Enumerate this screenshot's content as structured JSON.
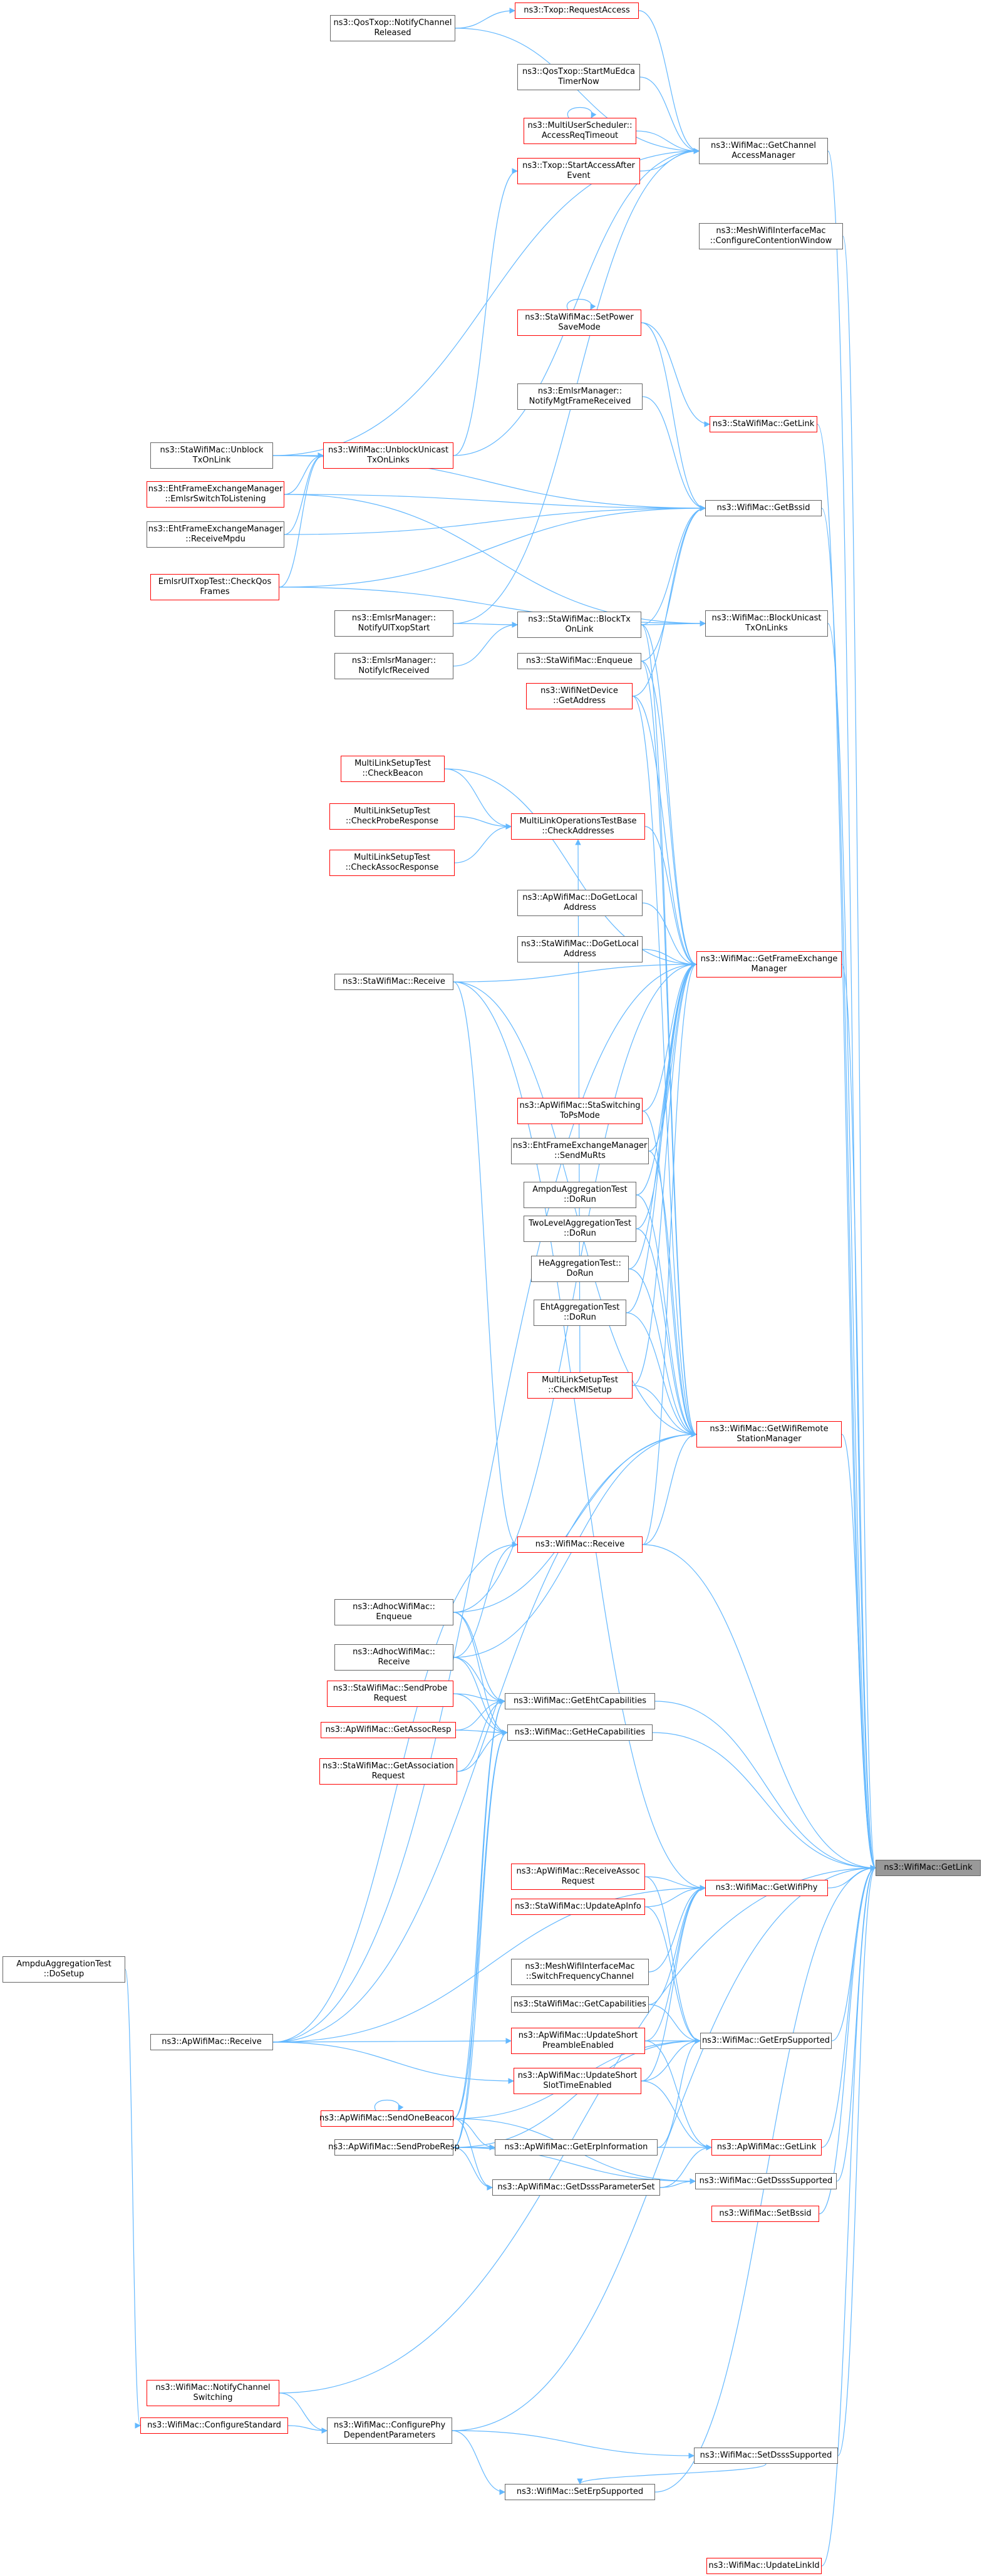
{
  "colors": {
    "edge": "#63b8ff",
    "border": "#666666",
    "red_border": "#ff0000",
    "focus_fill": "#999999"
  },
  "nodes": [
    {
      "id": "qos_request",
      "lines": [
        "ns3::Txop::RequestAccess"
      ],
      "red": true
    },
    {
      "id": "qos_notify",
      "lines": [
        "ns3::QosTxop::NotifyChannel",
        "Released"
      ]
    },
    {
      "id": "qos_start",
      "lines": [
        "ns3::QosTxop::StartMuEdca",
        "TimerNow"
      ]
    },
    {
      "id": "multiuser",
      "lines": [
        "ns3::MultiUserScheduler::",
        "AccessReqTimeout"
      ],
      "red": true
    },
    {
      "id": "txop_start",
      "lines": [
        "ns3::Txop::StartAccessAfter",
        "Event"
      ],
      "red": true
    },
    {
      "id": "getchannel",
      "lines": [
        "ns3::WifiMac::GetChannel",
        "AccessManager"
      ]
    },
    {
      "id": "mesh_config",
      "lines": [
        "ns3::MeshWifiInterfaceMac",
        "::ConfigureContentionWindow"
      ]
    },
    {
      "id": "sta_setpower",
      "lines": [
        "ns3::StaWifiMac::SetPower",
        "SaveMode"
      ],
      "red": true
    },
    {
      "id": "emlsr_notifymgt",
      "lines": [
        "ns3::EmlsrManager::",
        "NotifyMgtFrameReceived"
      ]
    },
    {
      "id": "sta_getlink",
      "lines": [
        "ns3::StaWifiMac::GetLink"
      ],
      "red": true
    },
    {
      "id": "sta_unblock",
      "lines": [
        "ns3::StaWifiMac::Unblock",
        "TxOnLink"
      ]
    },
    {
      "id": "wifi_unblock",
      "lines": [
        "ns3::WifiMac::UnblockUnicast",
        "TxOnLinks"
      ],
      "red": true
    },
    {
      "id": "eht_emlsr",
      "lines": [
        "ns3::EhtFrameExchangeManager",
        "::EmlsrSwitchToListening"
      ],
      "red": true
    },
    {
      "id": "getbssid",
      "lines": [
        "ns3::WifiMac::GetBssid"
      ]
    },
    {
      "id": "eht_receivempdu",
      "lines": [
        "ns3::EhtFrameExchangeManager",
        "::ReceiveMpdu"
      ]
    },
    {
      "id": "emlsr_checkqos",
      "lines": [
        "EmlsrUlTxopTest::CheckQos",
        "Frames"
      ],
      "red": true
    },
    {
      "id": "emlsr_notifyul",
      "lines": [
        "ns3::EmlsrManager::",
        "NotifyUlTxopStart"
      ]
    },
    {
      "id": "sta_blocktx",
      "lines": [
        "ns3::StaWifiMac::BlockTx",
        "OnLink"
      ]
    },
    {
      "id": "blockunicast",
      "lines": [
        "ns3::WifiMac::BlockUnicast",
        "TxOnLinks"
      ]
    },
    {
      "id": "sta_enqueue",
      "lines": [
        "ns3::StaWifiMac::Enqueue"
      ]
    },
    {
      "id": "emlsr_notifyicf",
      "lines": [
        "ns3::EmlsrManager::",
        "NotifyIcfReceived"
      ]
    },
    {
      "id": "netdevice_getaddr",
      "lines": [
        "ns3::WifiNetDevice",
        "::GetAddress"
      ],
      "red": true
    },
    {
      "id": "mls_checkbeacon",
      "lines": [
        "MultiLinkSetupTest",
        "::CheckBeacon"
      ],
      "red": true
    },
    {
      "id": "mls_checkprobe",
      "lines": [
        "MultiLinkSetupTest",
        "::CheckProbeResponse"
      ],
      "red": true
    },
    {
      "id": "mlo_checkaddr",
      "lines": [
        "MultiLinkOperationsTestBase",
        "::CheckAddresses"
      ],
      "red": true
    },
    {
      "id": "mls_checkassoc",
      "lines": [
        "MultiLinkSetupTest",
        "::CheckAssocResponse"
      ],
      "red": true
    },
    {
      "id": "ap_dogetlocal",
      "lines": [
        "ns3::ApWifiMac::DoGetLocal",
        "Address"
      ]
    },
    {
      "id": "sta_dogetlocal",
      "lines": [
        "ns3::StaWifiMac::DoGetLocal",
        "Address"
      ]
    },
    {
      "id": "sta_receive",
      "lines": [
        "ns3::StaWifiMac::Receive"
      ]
    },
    {
      "id": "getfem",
      "lines": [
        "ns3::WifiMac::GetFrameExchange",
        "Manager"
      ],
      "red": true
    },
    {
      "id": "ap_staswitch",
      "lines": [
        "ns3::ApWifiMac::StaSwitching",
        "ToPsMode"
      ],
      "red": true
    },
    {
      "id": "eht_sendmurts",
      "lines": [
        "ns3::EhtFrameExchangeManager",
        "::SendMuRts"
      ]
    },
    {
      "id": "ampdu_dorun",
      "lines": [
        "AmpduAggregationTest",
        "::DoRun"
      ]
    },
    {
      "id": "twolevel_dorun",
      "lines": [
        "TwoLevelAggregationTest",
        "::DoRun"
      ]
    },
    {
      "id": "he_dorun",
      "lines": [
        "HeAggregationTest::",
        "DoRun"
      ]
    },
    {
      "id": "eht_dorun",
      "lines": [
        "EhtAggregationTest",
        "::DoRun"
      ]
    },
    {
      "id": "mls_checkml",
      "lines": [
        "MultiLinkSetupTest",
        "::CheckMlSetup"
      ],
      "red": true
    },
    {
      "id": "getremote",
      "lines": [
        "ns3::WifiMac::GetWifiRemote",
        "StationManager"
      ],
      "red": true
    },
    {
      "id": "wifi_receive",
      "lines": [
        "ns3::WifiMac::Receive"
      ],
      "red": true
    },
    {
      "id": "adhoc_enqueue",
      "lines": [
        "ns3::AdhocWifiMac::",
        "Enqueue"
      ]
    },
    {
      "id": "adhoc_receive",
      "lines": [
        "ns3::AdhocWifiMac::",
        "Receive"
      ]
    },
    {
      "id": "sta_sendprobe",
      "lines": [
        "ns3::StaWifiMac::SendProbe",
        "Request"
      ],
      "red": true
    },
    {
      "id": "getehtcap",
      "lines": [
        "ns3::WifiMac::GetEhtCapabilities"
      ]
    },
    {
      "id": "ap_getassocresp",
      "lines": [
        "ns3::ApWifiMac::GetAssocResp"
      ],
      "red": true
    },
    {
      "id": "gethecap",
      "lines": [
        "ns3::WifiMac::GetHeCapabilities"
      ]
    },
    {
      "id": "sta_getassocreq",
      "lines": [
        "ns3::StaWifiMac::GetAssociation",
        "Request"
      ],
      "red": true
    },
    {
      "id": "ap_receiveassoc",
      "lines": [
        "ns3::ApWifiMac::ReceiveAssoc",
        "Request"
      ],
      "red": true
    },
    {
      "id": "getlink",
      "lines": [
        "ns3::WifiMac::GetLink"
      ],
      "focus": true
    },
    {
      "id": "getwifiphy",
      "lines": [
        "ns3::WifiMac::GetWifiPhy"
      ],
      "red": true
    },
    {
      "id": "ap_updateapinfo",
      "lines": [
        "ns3::StaWifiMac::UpdateApInfo"
      ],
      "red": true
    },
    {
      "id": "ampdu_dosetup",
      "lines": [
        "AmpduAggregationTest",
        "::DoSetup"
      ]
    },
    {
      "id": "mesh_switchfreq",
      "lines": [
        "ns3::MeshWifiInterfaceMac",
        "::SwitchFrequencyChannel"
      ]
    },
    {
      "id": "sta_getcap",
      "lines": [
        "ns3::StaWifiMac::GetCapabilities"
      ]
    },
    {
      "id": "ap_receive",
      "lines": [
        "ns3::ApWifiMac::Receive"
      ]
    },
    {
      "id": "ap_updatepreamble",
      "lines": [
        "ns3::ApWifiMac::UpdateShort",
        "PreambleEnabled"
      ],
      "red": true
    },
    {
      "id": "geterpsupported",
      "lines": [
        "ns3::WifiMac::GetErpSupported"
      ]
    },
    {
      "id": "ap_updateslot",
      "lines": [
        "ns3::ApWifiMac::UpdateShort",
        "SlotTimeEnabled"
      ],
      "red": true
    },
    {
      "id": "ap_sendbeacon",
      "lines": [
        "ns3::ApWifiMac::SendOneBeacon"
      ],
      "red": true
    },
    {
      "id": "ap_sendproberesp",
      "lines": [
        "ns3::ApWifiMac::SendProbeResp"
      ]
    },
    {
      "id": "ap_geterpinfo",
      "lines": [
        "ns3::ApWifiMac::GetErpInformation"
      ]
    },
    {
      "id": "ap_getlink",
      "lines": [
        "ns3::ApWifiMac::GetLink"
      ],
      "red": true
    },
    {
      "id": "ap_getdsss",
      "lines": [
        "ns3::ApWifiMac::GetDsssParameterSet"
      ]
    },
    {
      "id": "getdssssupported",
      "lines": [
        "ns3::WifiMac::GetDsssSupported"
      ]
    },
    {
      "id": "setbssid",
      "lines": [
        "ns3::WifiMac::SetBssid"
      ],
      "red": true
    },
    {
      "id": "notifychannelswitch",
      "lines": [
        "ns3::WifiMac::NotifyChannel",
        "Switching"
      ],
      "red": true
    },
    {
      "id": "configurestandard",
      "lines": [
        "ns3::WifiMac::ConfigureStandard"
      ],
      "red": true
    },
    {
      "id": "configurephy",
      "lines": [
        "ns3::WifiMac::ConfigurePhy",
        "DependentParameters"
      ]
    },
    {
      "id": "setdssssupported",
      "lines": [
        "ns3::WifiMac::SetDsssSupported"
      ]
    },
    {
      "id": "seterpsupported",
      "lines": [
        "ns3::WifiMac::SetErpSupported"
      ]
    },
    {
      "id": "updatelinkid",
      "lines": [
        "ns3::WifiMac::UpdateLinkId"
      ],
      "red": true
    }
  ],
  "edges": [
    [
      "qos_notify",
      "qos_request"
    ],
    [
      "qos_request",
      "getchannel"
    ],
    [
      "qos_notify",
      "getchannel"
    ],
    [
      "qos_start",
      "getchannel"
    ],
    [
      "multiuser",
      "multiuser"
    ],
    [
      "multiuser",
      "getchannel"
    ],
    [
      "txop_start",
      "getchannel"
    ],
    [
      "sta_unblock",
      "getchannel"
    ],
    [
      "wifi_unblock",
      "txop_start"
    ],
    [
      "wifi_unblock",
      "getchannel"
    ],
    [
      "emlsr_notifyul",
      "getchannel"
    ],
    [
      "getchannel",
      "getlink"
    ],
    [
      "mesh_config",
      "getlink"
    ],
    [
      "sta_setpower",
      "sta_setpower"
    ],
    [
      "sta_setpower",
      "sta_getlink"
    ],
    [
      "sta_getlink",
      "getlink"
    ],
    [
      "sta_setpower",
      "getbssid"
    ],
    [
      "emlsr_notifymgt",
      "getbssid"
    ],
    [
      "sta_unblock",
      "getbssid"
    ],
    [
      "eht_emlsr",
      "getbssid"
    ],
    [
      "eht_receivempdu",
      "getbssid"
    ],
    [
      "emlsr_checkqos",
      "getbssid"
    ],
    [
      "sta_blocktx",
      "getbssid"
    ],
    [
      "sta_enqueue",
      "getbssid"
    ],
    [
      "netdevice_getaddr",
      "getbssid"
    ],
    [
      "getbssid",
      "getlink"
    ],
    [
      "sta_unblock",
      "wifi_unblock"
    ],
    [
      "eht_emlsr",
      "wifi_unblock"
    ],
    [
      "eht_receivempdu",
      "wifi_unblock"
    ],
    [
      "emlsr_checkqos",
      "wifi_unblock"
    ],
    [
      "emlsr_notifyul",
      "sta_blocktx"
    ],
    [
      "emlsr_notifyicf",
      "sta_blocktx"
    ],
    [
      "sta_blocktx",
      "blockunicast"
    ],
    [
      "emlsr_checkqos",
      "blockunicast"
    ],
    [
      "eht_emlsr",
      "blockunicast"
    ],
    [
      "blockunicast",
      "getlink"
    ],
    [
      "sta_blocktx",
      "getfem"
    ],
    [
      "sta_enqueue",
      "getfem"
    ],
    [
      "netdevice_getaddr",
      "getfem"
    ],
    [
      "mls_checkbeacon",
      "getfem"
    ],
    [
      "mlo_checkaddr",
      "getfem"
    ],
    [
      "ap_dogetlocal",
      "getfem"
    ],
    [
      "sta_dogetlocal",
      "getfem"
    ],
    [
      "sta_receive",
      "getfem"
    ],
    [
      "ap_staswitch",
      "getfem"
    ],
    [
      "eht_sendmurts",
      "getfem"
    ],
    [
      "ampdu_dorun",
      "getfem"
    ],
    [
      "twolevel_dorun",
      "getfem"
    ],
    [
      "he_dorun",
      "getfem"
    ],
    [
      "eht_dorun",
      "getfem"
    ],
    [
      "mls_checkml",
      "getfem"
    ],
    [
      "ap_receive",
      "getfem"
    ],
    [
      "adhoc_enqueue",
      "getfem"
    ],
    [
      "getfem",
      "getlink"
    ],
    [
      "mls_checkbeacon",
      "mlo_checkaddr"
    ],
    [
      "mls_checkprobe",
      "mlo_checkaddr"
    ],
    [
      "mls_checkassoc",
      "mlo_checkaddr"
    ],
    [
      "mls_checkml",
      "mlo_checkaddr"
    ],
    [
      "sta_blocktx",
      "getremote"
    ],
    [
      "sta_enqueue",
      "getremote"
    ],
    [
      "netdevice_getaddr",
      "getremote"
    ],
    [
      "ap_staswitch",
      "getremote"
    ],
    [
      "eht_sendmurts",
      "getremote"
    ],
    [
      "ampdu_dorun",
      "getremote"
    ],
    [
      "twolevel_dorun",
      "getremote"
    ],
    [
      "he_dorun",
      "getremote"
    ],
    [
      "eht_dorun",
      "getremote"
    ],
    [
      "mls_checkml",
      "getremote"
    ],
    [
      "wifi_receive",
      "getremote"
    ],
    [
      "adhoc_enqueue",
      "getremote"
    ],
    [
      "adhoc_receive",
      "getremote"
    ],
    [
      "ap_receive",
      "getremote"
    ],
    [
      "sta_receive",
      "getremote"
    ],
    [
      "getremote",
      "getlink"
    ],
    [
      "wifi_receive",
      "getfem"
    ],
    [
      "adhoc_receive",
      "wifi_receive"
    ],
    [
      "ap_receive",
      "wifi_receive"
    ],
    [
      "sta_receive",
      "wifi_receive"
    ],
    [
      "wifi_receive",
      "getlink"
    ],
    [
      "sta_sendprobe",
      "getehtcap"
    ],
    [
      "ap_getassocresp",
      "getehtcap"
    ],
    [
      "sta_getassocreq",
      "getehtcap"
    ],
    [
      "adhoc_enqueue",
      "getehtcap"
    ],
    [
      "adhoc_receive",
      "getehtcap"
    ],
    [
      "ap_sendbeacon",
      "getehtcap"
    ],
    [
      "ap_sendproberesp",
      "getehtcap"
    ],
    [
      "getehtcap",
      "getlink"
    ],
    [
      "sta_sendprobe",
      "gethecap"
    ],
    [
      "ap_getassocresp",
      "gethecap"
    ],
    [
      "sta_getassocreq",
      "gethecap"
    ],
    [
      "adhoc_enqueue",
      "gethecap"
    ],
    [
      "adhoc_receive",
      "gethecap"
    ],
    [
      "ap_sendbeacon",
      "gethecap"
    ],
    [
      "ap_sendproberesp",
      "gethecap"
    ],
    [
      "gethecap",
      "getlink"
    ],
    [
      "ap_receiveassoc",
      "getwifiphy"
    ],
    [
      "ap_updateapinfo",
      "getwifiphy"
    ],
    [
      "mesh_switchfreq",
      "getwifiphy"
    ],
    [
      "sta_getcap",
      "getwifiphy"
    ],
    [
      "ap_updatepreamble",
      "getwifiphy"
    ],
    [
      "ap_updateslot",
      "getwifiphy"
    ],
    [
      "ap_receive",
      "getwifiphy"
    ],
    [
      "sta_receive",
      "getwifiphy"
    ],
    [
      "getwifiphy",
      "getlink"
    ],
    [
      "ap_receiveassoc",
      "geterpsupported"
    ],
    [
      "ap_updateapinfo",
      "geterpsupported"
    ],
    [
      "sta_getcap",
      "geterpsupported"
    ],
    [
      "ap_updatepreamble",
      "geterpsupported"
    ],
    [
      "ap_updateslot",
      "geterpsupported"
    ],
    [
      "ap_geterpinfo",
      "geterpsupported"
    ],
    [
      "ap_sendbeacon",
      "geterpsupported"
    ],
    [
      "ap_sendproberesp",
      "geterpsupported"
    ],
    [
      "geterpsupported",
      "getlink"
    ],
    [
      "ap_receive",
      "ap_updatepreamble"
    ],
    [
      "ap_receive",
      "ap_updateslot"
    ],
    [
      "ap_sendbeacon",
      "ap_sendbeacon"
    ],
    [
      "ap_sendbeacon",
      "ap_geterpinfo"
    ],
    [
      "ap_sendproberesp",
      "ap_geterpinfo"
    ],
    [
      "ap_sendbeacon",
      "ap_getdsss"
    ],
    [
      "ap_sendproberesp",
      "ap_getdsss"
    ],
    [
      "ap_geterpinfo",
      "ap_getlink"
    ],
    [
      "ap_getdsss",
      "ap_getlink"
    ],
    [
      "ap_updatepreamble",
      "ap_getlink"
    ],
    [
      "ap_updateslot",
      "ap_getlink"
    ],
    [
      "ap_getlink",
      "getlink"
    ],
    [
      "ap_getdsss",
      "getdssssupported"
    ],
    [
      "ap_sendbeacon",
      "getdssssupported"
    ],
    [
      "ap_sendproberesp",
      "getdssssupported"
    ],
    [
      "getdssssupported",
      "getlink"
    ],
    [
      "setbssid",
      "getlink"
    ],
    [
      "notifychannelswitch",
      "configurephy"
    ],
    [
      "configurestandard",
      "configurephy"
    ],
    [
      "ampdu_dosetup",
      "configurestandard"
    ],
    [
      "configurephy",
      "getlink"
    ],
    [
      "configurephy",
      "setdssssupported"
    ],
    [
      "configurephy",
      "seterpsupported"
    ],
    [
      "setdssssupported",
      "seterpsupported"
    ],
    [
      "setdssssupported",
      "getlink"
    ],
    [
      "seterpsupported",
      "getlink"
    ],
    [
      "updatelinkid",
      "getlink"
    ],
    [
      "notifychannelswitch",
      "getlink"
    ]
  ]
}
